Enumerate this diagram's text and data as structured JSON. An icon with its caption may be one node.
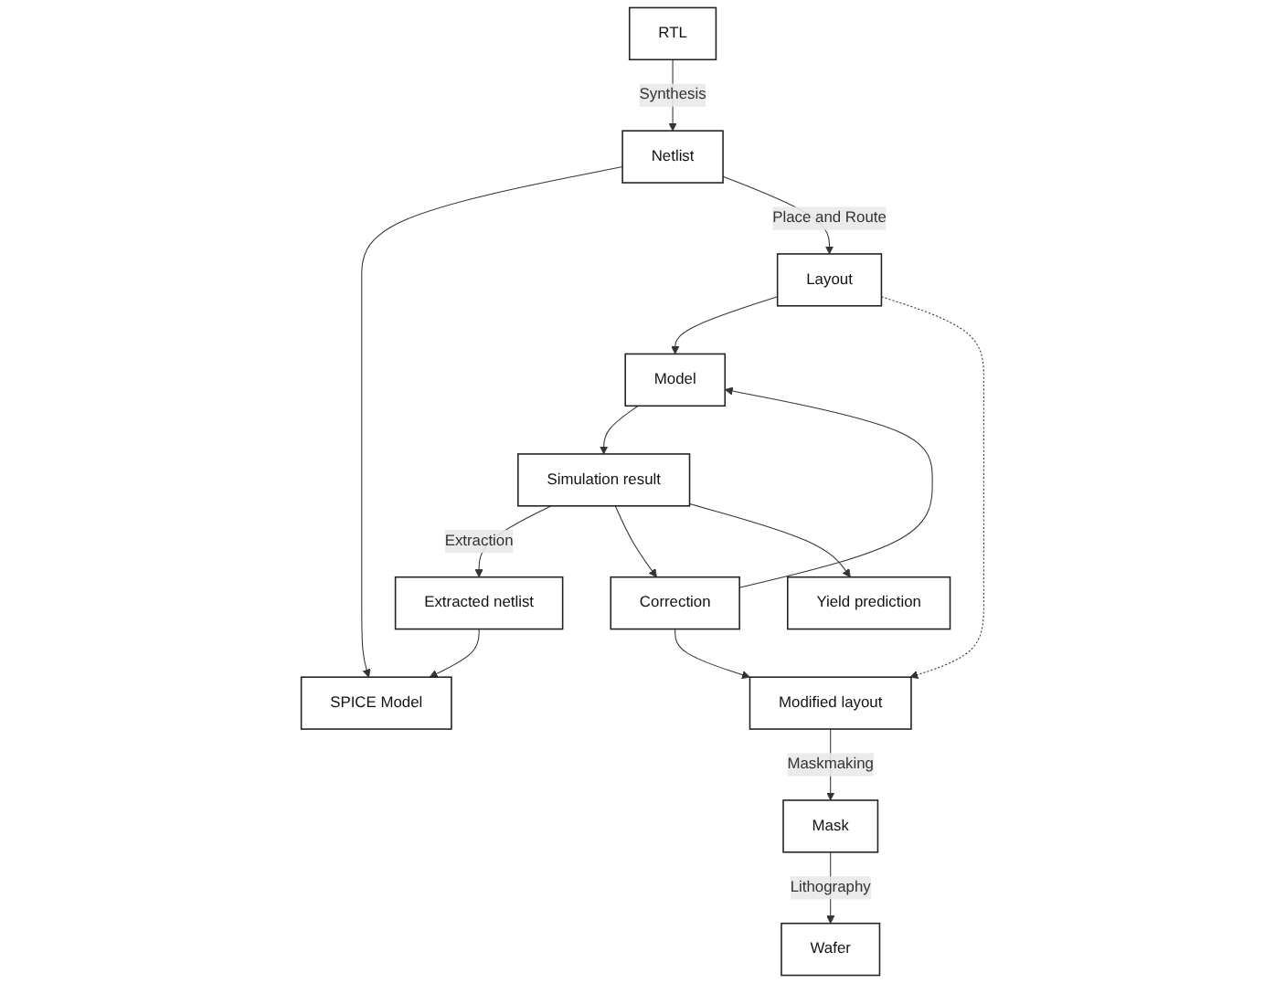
{
  "diagram": {
    "nodes": [
      {
        "text": [
          "RTL"
        ]
      },
      {
        "text": [
          "SPICE Model"
        ]
      },
      {
        "text": [
          "Netlist"
        ]
      },
      {
        "text": [
          "Extracted netlist"
        ]
      },
      {
        "text": [
          "Layout"
        ]
      },
      {
        "text": [
          "Model"
        ]
      },
      {
        "text": [
          "Simulation result"
        ]
      },
      {
        "text": [
          "Correction"
        ]
      },
      {
        "text": [
          "Modified layout"
        ]
      },
      {
        "text": [
          "Yield prediction"
        ]
      },
      {
        "text": [
          "Mask"
        ]
      },
      {
        "text": [
          "Wafer"
        ]
      }
    ],
    "edges": [
      {
        "from": 0,
        "to": 2,
        "arrow": "to",
        "label": "Synthesis"
      },
      {
        "from": 2,
        "to": 1,
        "arrow": "to"
      },
      {
        "from": 3,
        "to": 1,
        "arrow": "to"
      },
      {
        "from": 2,
        "to": 4,
        "arrow": "to",
        "label": "Place and Route"
      },
      {
        "from": 6,
        "to": 3,
        "arrow": "to",
        "label": "Extraction"
      },
      {
        "from": 4,
        "to": 5,
        "arrow": "to"
      },
      {
        "from": 5,
        "to": 6,
        "arrow": "to"
      },
      {
        "from": 4,
        "to": 8,
        "arrow": "to",
        "style": "dashed"
      },
      {
        "from": 6,
        "to": 7,
        "arrow": "to"
      },
      {
        "from": 7,
        "to": 5,
        "arrow": "to"
      },
      {
        "from": 7,
        "to": 8,
        "arrow": "to"
      },
      {
        "from": 6,
        "to": 9,
        "arrow": "to"
      },
      {
        "from": 8,
        "to": 10,
        "arrow": "to",
        "label": "Maskmaking"
      },
      {
        "from": 10,
        "to": 11,
        "arrow": "to",
        "label": "Lithography"
      }
    ]
  }
}
